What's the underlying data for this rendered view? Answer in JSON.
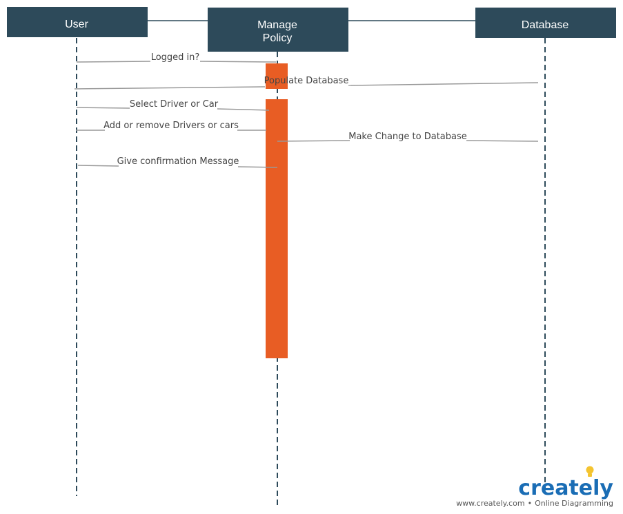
{
  "actors": [
    {
      "id": "user",
      "label": "User"
    },
    {
      "id": "manage_policy",
      "label_line1": "Manage",
      "label_line2": "Policy"
    },
    {
      "id": "database",
      "label": "Database"
    }
  ],
  "messages": [
    {
      "id": "logged_in",
      "label": "Logged in?"
    },
    {
      "id": "populate_database",
      "label": "Populate Database"
    },
    {
      "id": "select_driver_or_car",
      "label": "Select Driver or Car"
    },
    {
      "id": "add_or_remove",
      "label": "Add or remove Drivers or cars"
    },
    {
      "id": "make_change",
      "label": "Make Change to Database"
    },
    {
      "id": "give_confirmation",
      "label": "Give confirmation Message"
    }
  ],
  "branding": {
    "logo_word": "creately",
    "tagline_site": "www.creately.com",
    "tagline_separator": "•",
    "tagline_text": "Online Diagramming"
  },
  "colors": {
    "actor_box": "#2d4a5a",
    "activation": "#e85d24",
    "message_line": "#999999",
    "lifeline": "#2d4a5a",
    "brand_blue": "#1a6db5",
    "bulb_yellow": "#f4c430"
  }
}
